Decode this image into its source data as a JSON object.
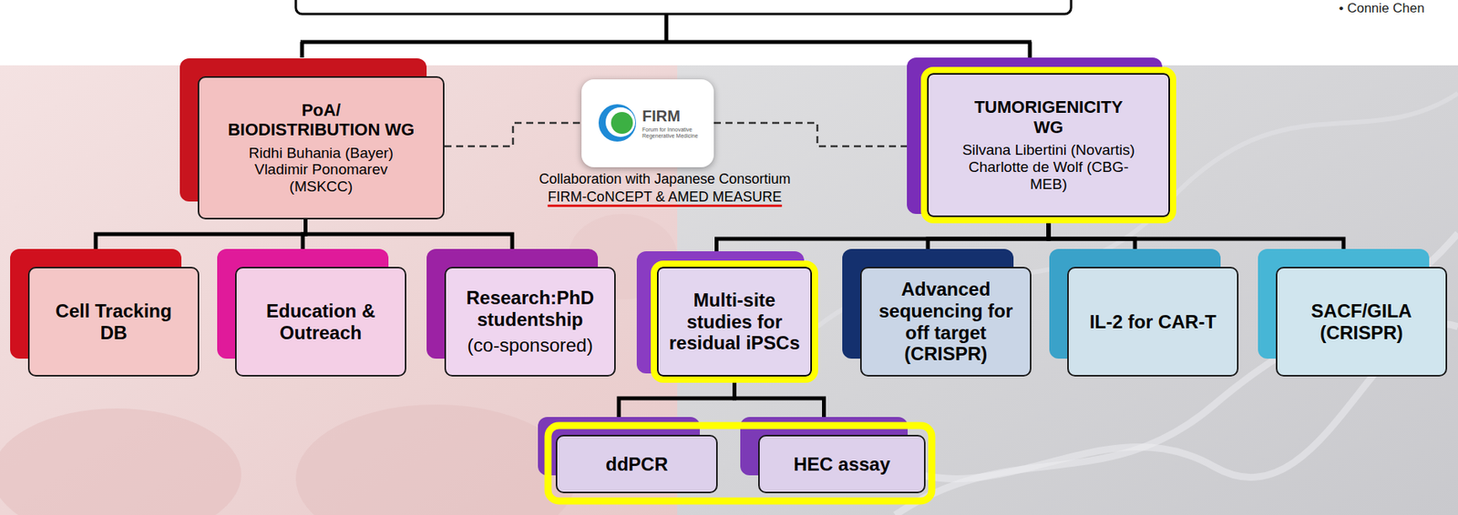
{
  "diagram": {
    "nodes": [
      {
        "text": [
          "PoA/ BIODISTRIBUTION WG",
          "Ridhi Buhania (Bayer) Vladimir Ponomarev (MSKCC)"
        ]
      },
      {
        "text": [
          "FIRM",
          "Forum for Innovative Regenerative Medicine"
        ]
      },
      {
        "text": [
          "TUMORIGENICITY WG",
          "Silvana Libertini (Novartis) Charlotte de Wolf (CBG-MEB)"
        ]
      },
      {
        "text": [
          "Cell Tracking DB"
        ]
      },
      {
        "text": [
          "Education & Outreach"
        ]
      },
      {
        "text": [
          "Research:PhD studentship",
          "(co-sponsored)"
        ]
      },
      {
        "text": [
          "Multi-site studies for residual iPSCs"
        ]
      },
      {
        "text": [
          "Advanced sequencing for off target (CRISPR)"
        ]
      },
      {
        "text": [
          "IL-2 for CAR-T"
        ]
      },
      {
        "text": [
          "SACF/GILA (CRISPR)"
        ]
      },
      {
        "text": [
          "ddPCR"
        ]
      },
      {
        "text": [
          "HEC assay"
        ]
      }
    ],
    "edges": [
      {
        "from": 0,
        "to": 1,
        "arrow": "none"
      },
      {
        "from": 1,
        "to": 2,
        "arrow": "none"
      },
      {
        "from": 0,
        "to": 3,
        "arrow": "none"
      },
      {
        "from": 0,
        "to": 4,
        "arrow": "none"
      },
      {
        "from": 0,
        "to": 5,
        "arrow": "none"
      },
      {
        "from": 2,
        "to": 6,
        "arrow": "none"
      },
      {
        "from": 2,
        "to": 7,
        "arrow": "none"
      },
      {
        "from": 2,
        "to": 8,
        "arrow": "none"
      },
      {
        "from": 2,
        "to": 9,
        "arrow": "none"
      },
      {
        "from": 6,
        "to": 10,
        "arrow": "none"
      },
      {
        "from": 6,
        "to": 11,
        "arrow": "none"
      }
    ],
    "labels": [
      "• Connie Chen",
      "Collaboration with Japanese Consortium",
      "FIRM-CoNCEPT & AMED MEASURE"
    ]
  }
}
